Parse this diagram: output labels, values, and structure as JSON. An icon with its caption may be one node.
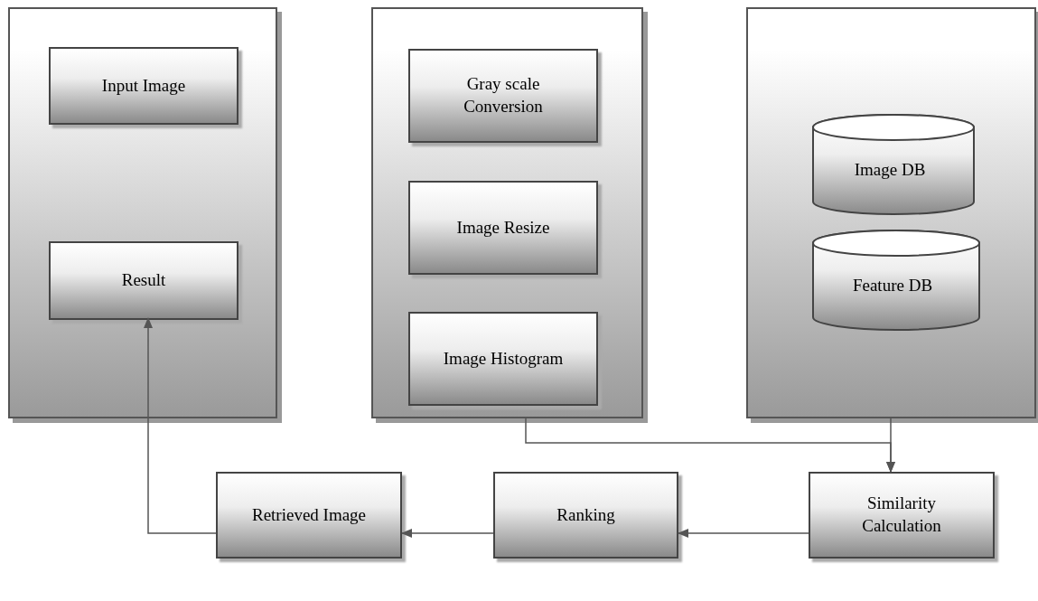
{
  "diagram": {
    "nodes": [
      {
        "text": [],
        "shape": "box"
      },
      {
        "text": [
          "Input Image"
        ],
        "in": 0
      },
      {
        "text": [
          "Result"
        ],
        "in": 0
      },
      {
        "text": [],
        "shape": "box"
      },
      {
        "text": [
          "Gray scale Conversion"
        ],
        "in": 3
      },
      {
        "text": [
          "Image Resize"
        ],
        "in": 3
      },
      {
        "text": [
          "Image Histogram"
        ],
        "in": 3
      },
      {
        "text": [],
        "shape": "box"
      },
      {
        "text": [
          "Image DB"
        ],
        "in": 7
      },
      {
        "text": [
          "Feature DB"
        ],
        "in": 7
      },
      {
        "text": [
          "Retrieved Image"
        ]
      },
      {
        "text": [
          "Ranking"
        ]
      },
      {
        "text": [
          "Similarity Calculation"
        ]
      }
    ],
    "edges": [
      {
        "from": 3,
        "to": 12,
        "arrow": "to"
      },
      {
        "from": 7,
        "to": 12,
        "arrow": "to"
      },
      {
        "from": 12,
        "to": 11,
        "arrow": "to"
      },
      {
        "from": 11,
        "to": 10,
        "arrow": "to"
      },
      {
        "from": 10,
        "to": 2,
        "arrow": "to"
      }
    ]
  }
}
